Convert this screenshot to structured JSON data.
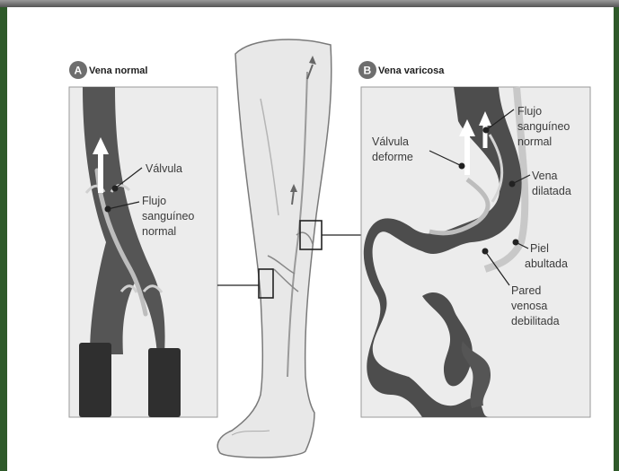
{
  "panel_a": {
    "letter": "A",
    "title": "Vena normal",
    "labels": {
      "valve": "Válvula",
      "flow_1": "Flujo",
      "flow_2": "sanguíneo",
      "flow_3": "normal"
    }
  },
  "panel_b": {
    "letter": "B",
    "title": "Vena varicosa",
    "labels": {
      "flow_1": "Flujo",
      "flow_2": "sanguíneo",
      "flow_3": "normal",
      "valve_1": "Válvula",
      "valve_2": "deforme",
      "dilated_1": "Vena",
      "dilated_2": "dilatada",
      "skin_1": "Piel",
      "skin_2": "abultada",
      "wall_1": "Pared",
      "wall_2": "venosa",
      "wall_3": "debilitada"
    }
  },
  "colors": {
    "vein": "#4f4f4f",
    "vein_light": "#cfcfcf",
    "panel_bg": "#ededed",
    "frame": "#2f5a2a",
    "leg_fill": "#e6e6e6",
    "leg_stroke": "#777777"
  }
}
